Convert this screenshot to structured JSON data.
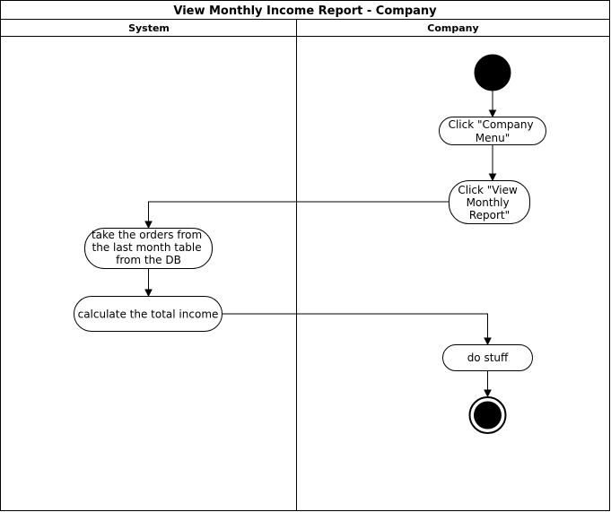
{
  "diagram": {
    "title": "View Monthly Income Report - Company",
    "lanes": [
      {
        "id": "system",
        "label": "System"
      },
      {
        "id": "company",
        "label": "Company"
      }
    ],
    "nodes": [
      {
        "id": "start",
        "type": "initial",
        "lane": "company",
        "lines": []
      },
      {
        "id": "click-company-menu",
        "type": "action",
        "lane": "company",
        "lines": [
          "Click \"Company",
          "Menu\""
        ]
      },
      {
        "id": "click-view-monthly-report",
        "type": "action",
        "lane": "company",
        "lines": [
          "Click \"View",
          "Monthly",
          "Report\""
        ]
      },
      {
        "id": "take-orders",
        "type": "action",
        "lane": "system",
        "lines": [
          "take the orders from",
          "the last month table",
          "from the DB"
        ]
      },
      {
        "id": "calculate-total-income",
        "type": "action",
        "lane": "system",
        "lines": [
          "calculate the total income"
        ]
      },
      {
        "id": "do-stuff",
        "type": "action",
        "lane": "company",
        "lines": [
          "do stuff"
        ]
      },
      {
        "id": "end",
        "type": "final",
        "lane": "company",
        "lines": []
      }
    ],
    "edges": [
      {
        "from": "start",
        "to": "click-company-menu"
      },
      {
        "from": "click-company-menu",
        "to": "click-view-monthly-report"
      },
      {
        "from": "click-view-monthly-report",
        "to": "take-orders"
      },
      {
        "from": "take-orders",
        "to": "calculate-total-income"
      },
      {
        "from": "calculate-total-income",
        "to": "do-stuff"
      },
      {
        "from": "do-stuff",
        "to": "end"
      }
    ],
    "colors": {
      "stroke": "#000000",
      "fill": "#ffffff",
      "node_fill": "#000000"
    }
  }
}
